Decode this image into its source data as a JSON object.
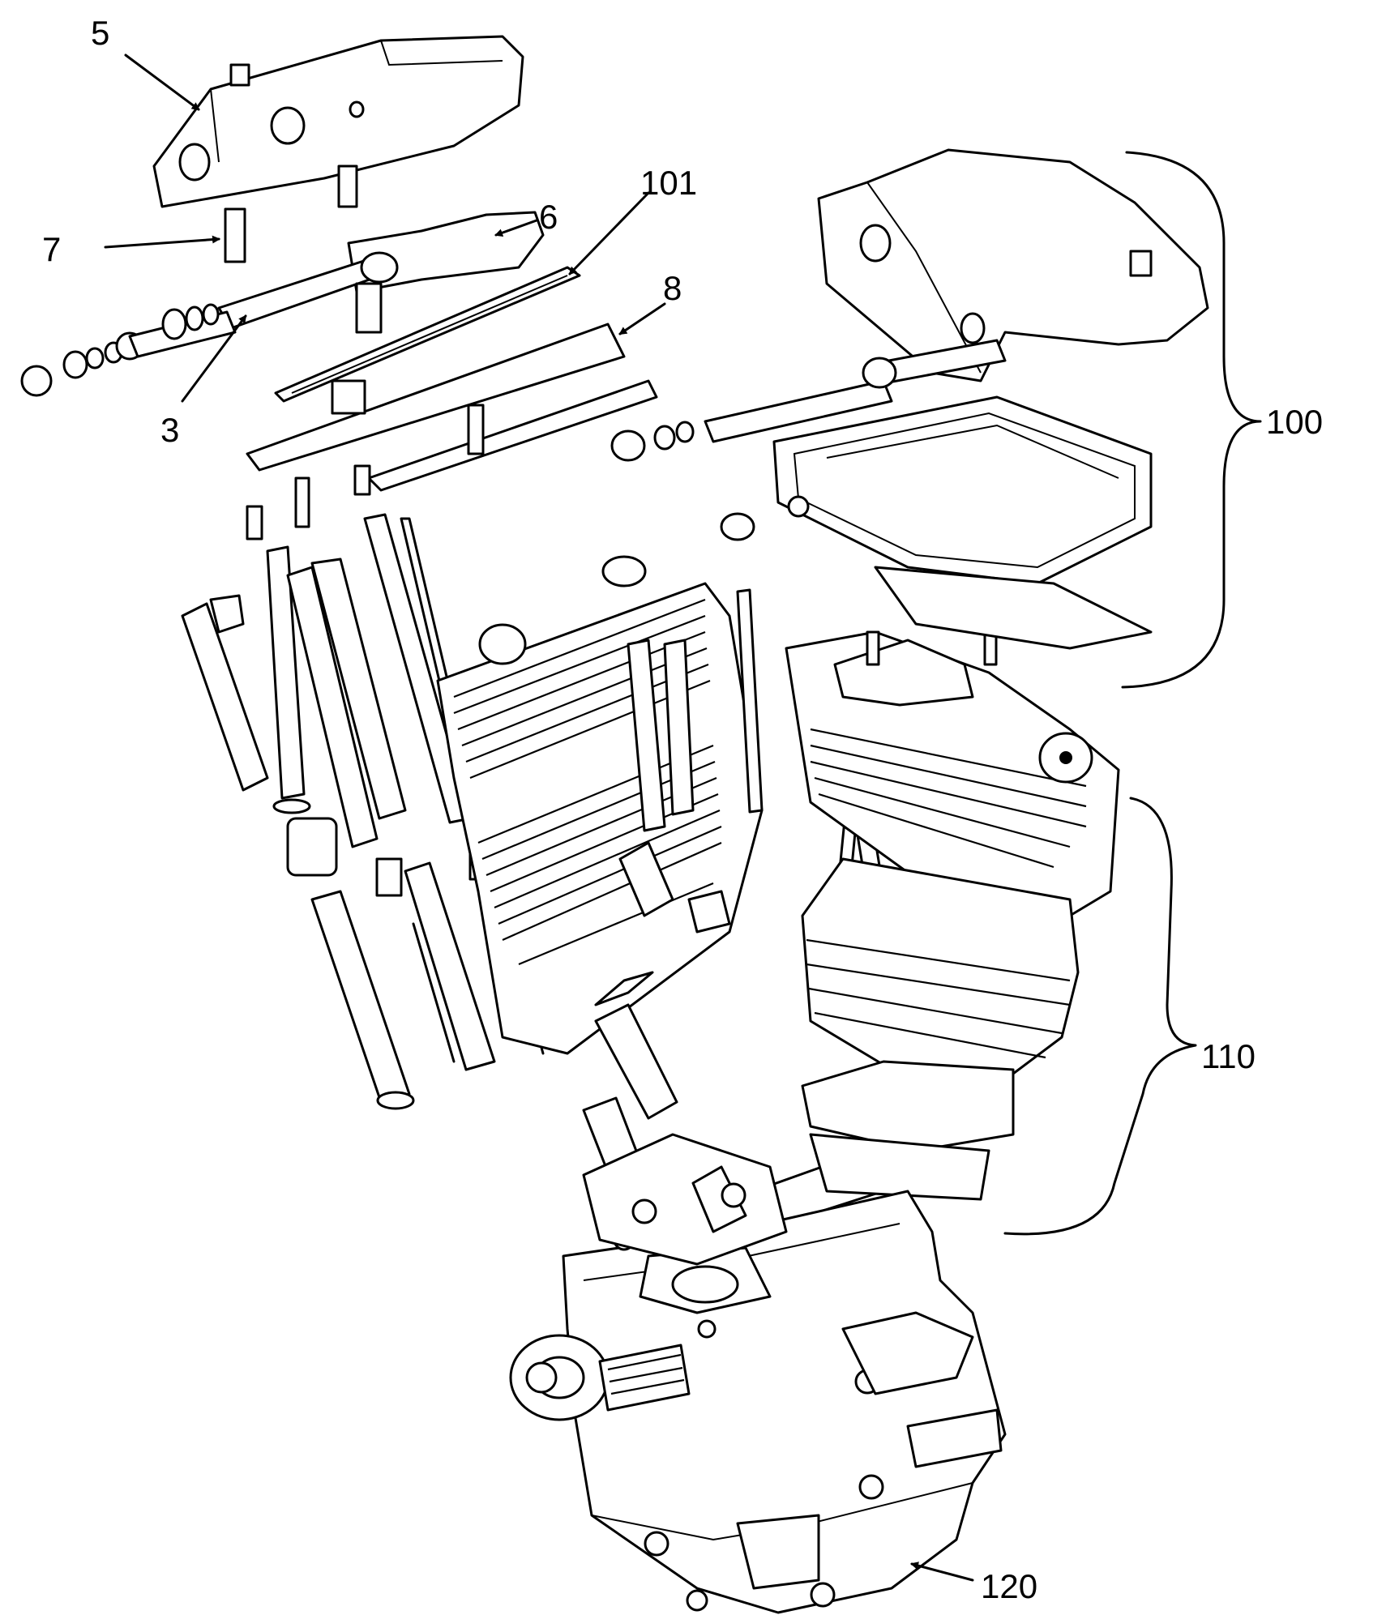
{
  "labels": {
    "l5": "5",
    "l7": "7",
    "l6": "6",
    "l101": "101",
    "l8": "8",
    "l3": "3",
    "l100": "100",
    "l110": "110",
    "l120": "120"
  },
  "colors": {
    "ink": "#000000",
    "paper": "#ffffff"
  }
}
